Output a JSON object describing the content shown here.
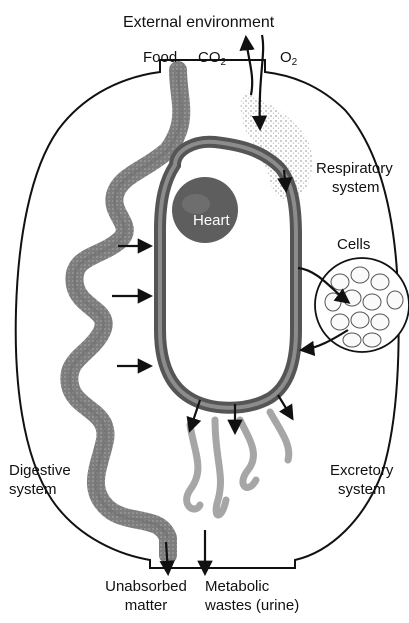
{
  "diagram": {
    "title": "External environment",
    "labels": {
      "food": "Food",
      "co2_base": "CO",
      "co2_sub": "2",
      "o2_base": "O",
      "o2_sub": "2",
      "respiratory_line1": "Respiratory",
      "respiratory_line2": "system",
      "cells": "Cells",
      "heart": "Heart",
      "digestive_line1": "Digestive",
      "digestive_line2": "system",
      "excretory_line1": "Excretory",
      "excretory_line2": "system",
      "unabsorbed_line1": "Unabsorbed",
      "unabsorbed_line2": "matter",
      "metabolic_line1": "Metabolic",
      "metabolic_line2": "wastes (urine)"
    },
    "colors": {
      "outline": "#111111",
      "gut_gray": "#8a8a8a",
      "lung_stipple": "#c8c8c8",
      "heart_fill": "#5e5e5e",
      "loop_ring": "#555555",
      "kidney_gray": "#a6a6a6"
    }
  }
}
